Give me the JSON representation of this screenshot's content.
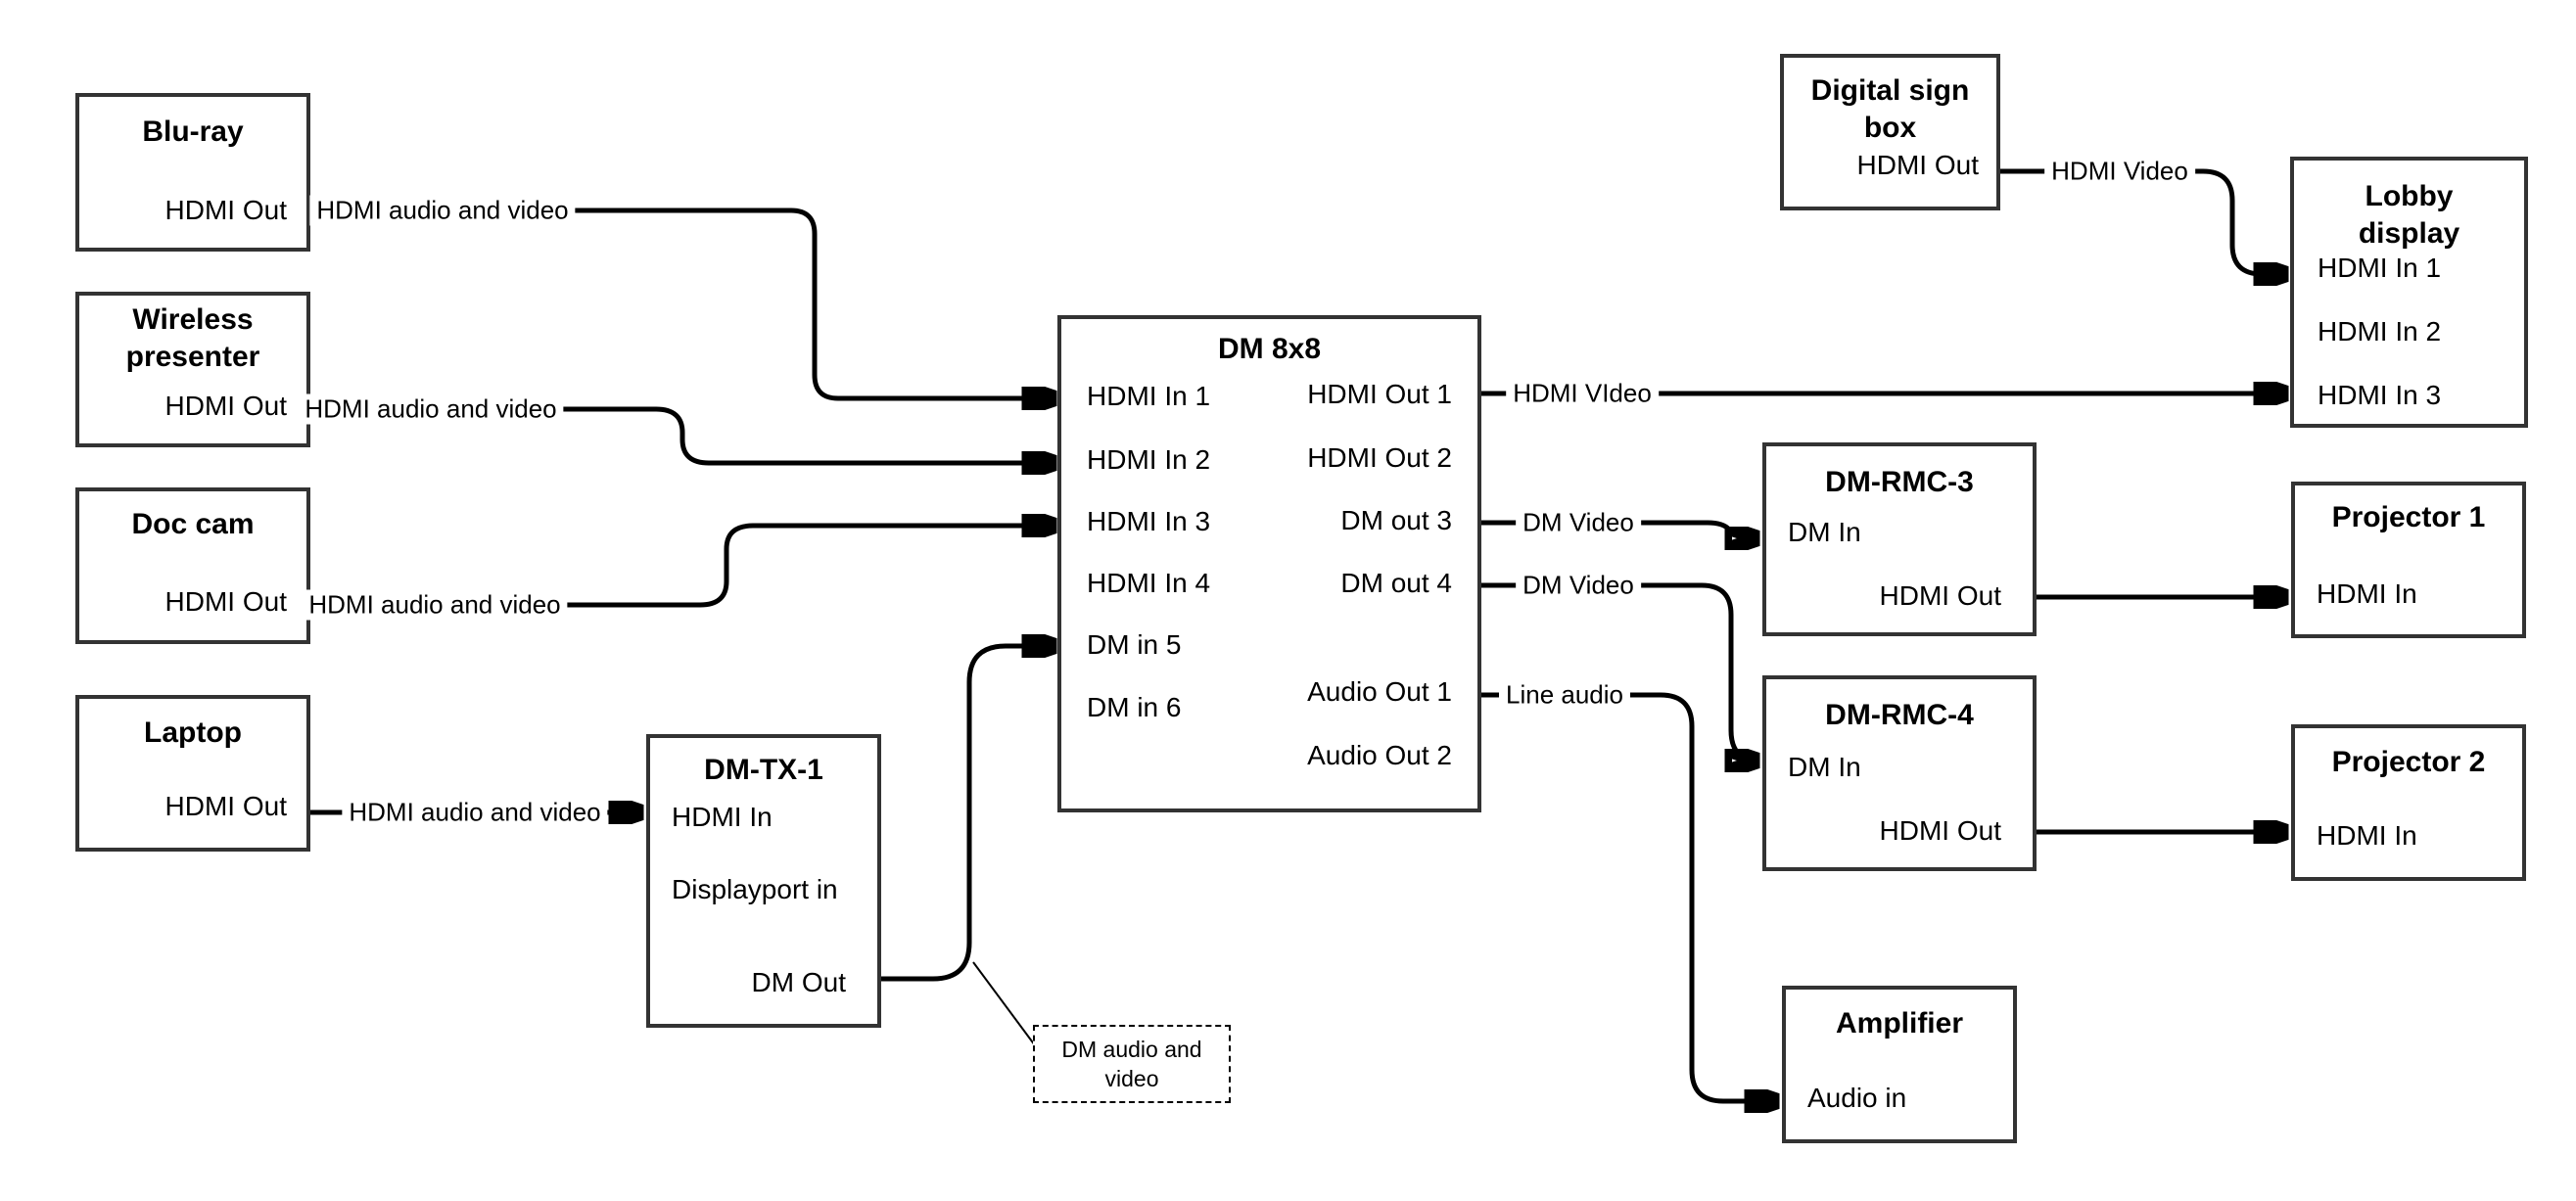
{
  "nodes": {
    "bluray": {
      "title": "Blu-ray",
      "ports": {
        "hdmi_out": "HDMI Out"
      }
    },
    "wireless": {
      "title": "Wireless\npresenter",
      "ports": {
        "hdmi_out": "HDMI Out"
      }
    },
    "doccam": {
      "title": "Doc cam",
      "ports": {
        "hdmi_out": "HDMI Out"
      }
    },
    "laptop": {
      "title": "Laptop",
      "ports": {
        "hdmi_out": "HDMI Out"
      }
    },
    "dmtx1": {
      "title": "DM-TX-1",
      "ports": {
        "hdmi_in": "HDMI In",
        "displayport_in": "Displayport in",
        "dm_out": "DM Out"
      }
    },
    "dm8x8": {
      "title": "DM 8x8",
      "ports": {
        "in1": "HDMI In 1",
        "in2": "HDMI In 2",
        "in3": "HDMI In 3",
        "in4": "HDMI In 4",
        "in5": "DM in 5",
        "in6": "DM in 6",
        "out1": "HDMI Out 1",
        "out2": "HDMI Out 2",
        "out3": "DM out 3",
        "out4": "DM out 4",
        "aout1": "Audio Out 1",
        "aout2": "Audio Out 2"
      }
    },
    "digitalsign": {
      "title": "Digital sign\nbox",
      "ports": {
        "hdmi_out": "HDMI Out"
      }
    },
    "lobby": {
      "title": "Lobby\ndisplay",
      "ports": {
        "in1": "HDMI In 1",
        "in2": "HDMI In 2",
        "in3": "HDMI In 3"
      }
    },
    "rmc3": {
      "title": "DM-RMC-3",
      "ports": {
        "dm_in": "DM In",
        "hdmi_out": "HDMI Out"
      }
    },
    "rmc4": {
      "title": "DM-RMC-4",
      "ports": {
        "dm_in": "DM In",
        "hdmi_out": "HDMI Out"
      }
    },
    "proj1": {
      "title": "Projector 1",
      "ports": {
        "hdmi_in": "HDMI In"
      }
    },
    "proj2": {
      "title": "Projector 2",
      "ports": {
        "hdmi_in": "HDMI In"
      }
    },
    "amp": {
      "title": "Amplifier",
      "ports": {
        "audio_in": "Audio in"
      }
    }
  },
  "edges": {
    "bluray_to_dm": {
      "label": "HDMI audio and video"
    },
    "wireless_to_dm": {
      "label": "HDMI audio and video"
    },
    "doccam_to_dm": {
      "label": "HDMI audio and video"
    },
    "laptop_to_tx": {
      "label": "HDMI audio and video"
    },
    "dm_to_lobby": {
      "label": "HDMI VIdeo"
    },
    "dm_to_rmc3": {
      "label": "DM Video"
    },
    "dm_to_rmc4": {
      "label": "DM Video"
    },
    "dm_to_amp": {
      "label": "Line audio"
    },
    "sign_to_lobby": {
      "label": "HDMI Video"
    }
  },
  "note": {
    "text": "DM audio and\nvideo"
  },
  "colors": {
    "line": "#000000",
    "box_border": "#333333",
    "text": "#000000",
    "background": "#ffffff"
  }
}
